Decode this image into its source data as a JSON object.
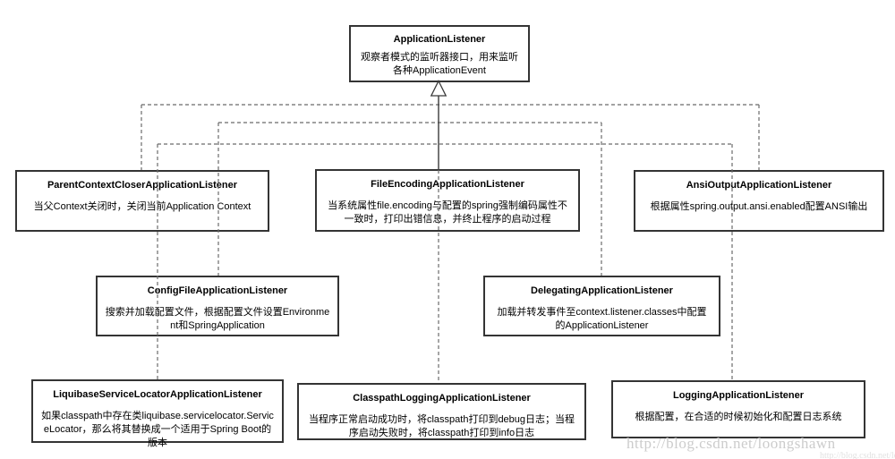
{
  "diagram": {
    "root": {
      "title": "ApplicationListener",
      "desc": "观察者模式的监听器接口，用来监听各种ApplicationEvent"
    },
    "nodes": [
      {
        "title": "ParentContextCloserApplicationListener",
        "desc": "当父Context关闭时，关闭当前Application Context"
      },
      {
        "title": "FileEncodingApplicationListener",
        "desc": "当系统属性file.encoding与配置的spring强制编码属性不一致时，打印出错信息，并终止程序的启动过程"
      },
      {
        "title": "AnsiOutputApplicationListener",
        "desc": "根据属性spring.output.ansi.enabled配置ANSI输出"
      },
      {
        "title": "ConfigFileApplicationListener",
        "desc": "搜索并加载配置文件，根据配置文件设置Environment和SpringApplication"
      },
      {
        "title": "DelegatingApplicationListener",
        "desc": "加载并转发事件至context.listener.classes中配置的ApplicationListener"
      },
      {
        "title": "LiquibaseServiceLocatorApplicationListener",
        "desc": "如果classpath中存在类liquibase.servicelocator.ServiceLocator，那么将其替换成一个适用于Spring Boot的版本"
      },
      {
        "title": "ClasspathLoggingApplicationListener",
        "desc": "当程序正常启动成功时，将classpath打印到debug日志；当程序启动失败时，将classpath打印到info日志"
      },
      {
        "title": "LoggingApplicationListener",
        "desc": "根据配置，在合适的时候初始化和配置日志系统"
      }
    ]
  },
  "watermark": {
    "text": "http://blog.csdn.net/loongshawn"
  },
  "colors": {
    "node_border": "#343434",
    "wire": "#6b6b6b",
    "watermark": "#cccccc"
  }
}
